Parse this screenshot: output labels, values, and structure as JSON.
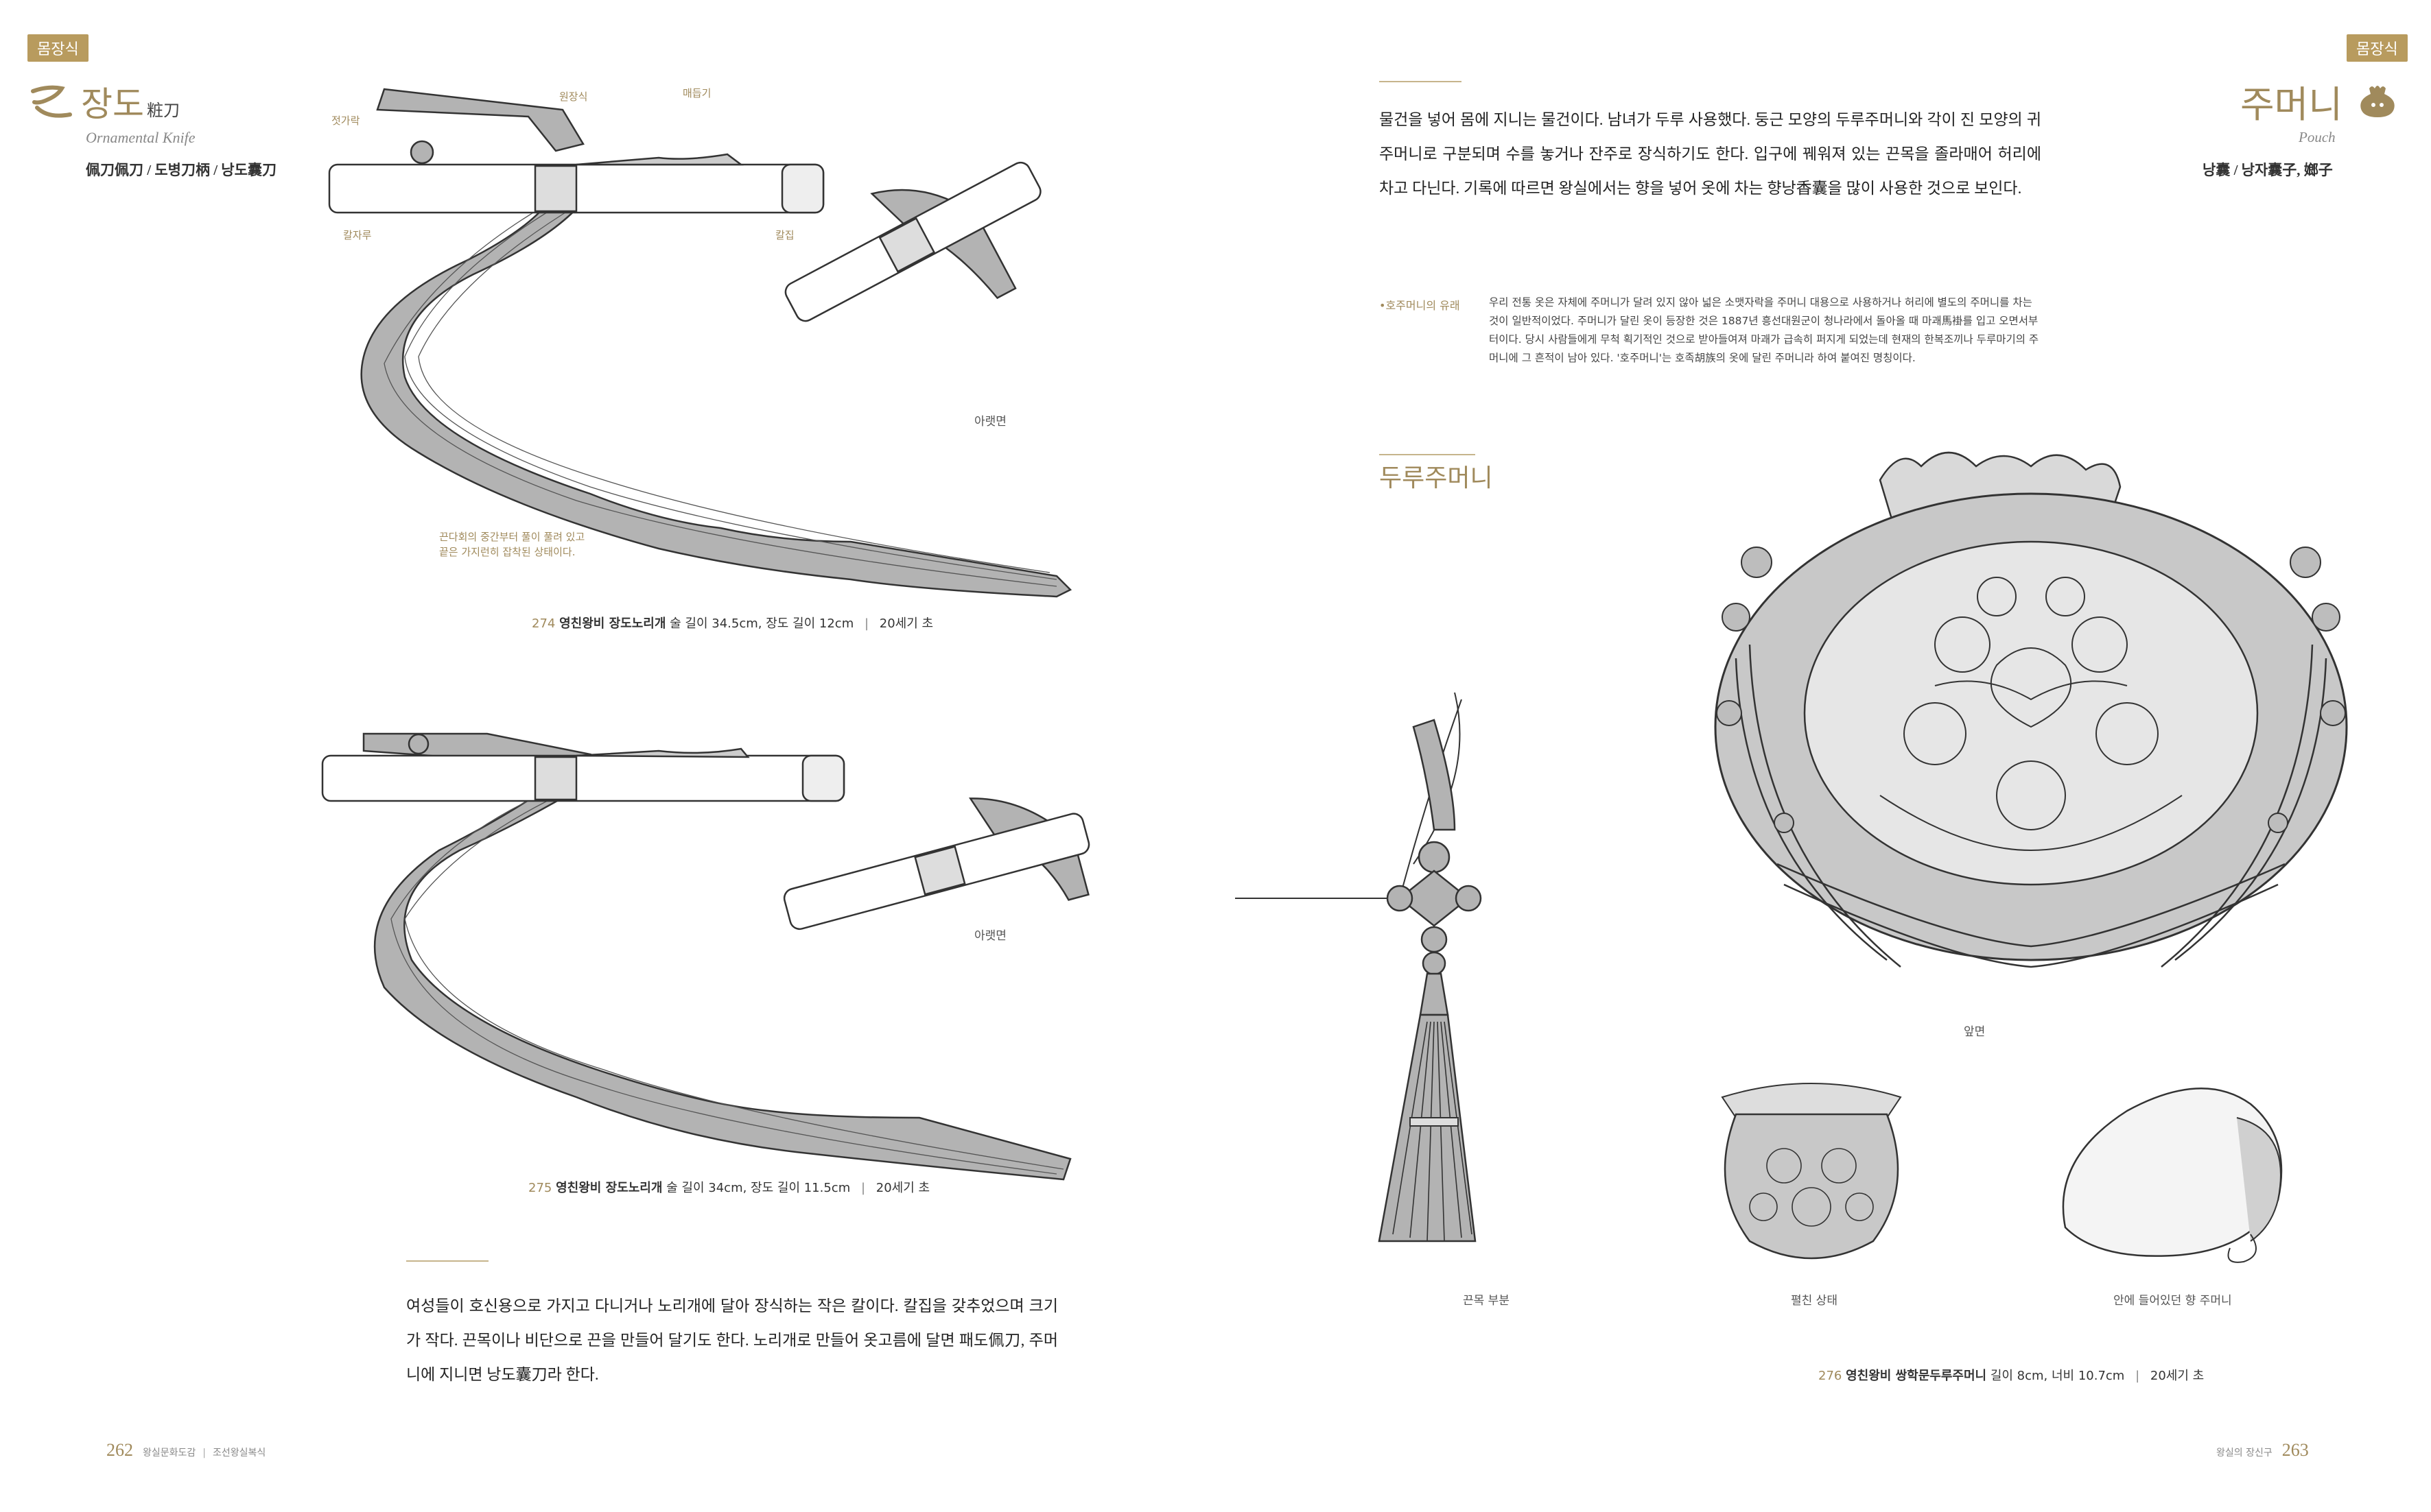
{
  "left": {
    "tag": "몸장식",
    "title_kor": "장도",
    "title_hanja": "粧刀",
    "title_eng": "Ornamental Knife",
    "alt_names": "佩刀佩刀 / 도병刀柄 / 낭도囊刀",
    "labels": {
      "tip": "젓가락",
      "ornament": "원장식",
      "knot": "매듭기",
      "handle": "칼자루",
      "sheath": "칼집",
      "back1": "아랫면",
      "back2": "아랫면",
      "note": "끈다회의 중간부터 풀이 풀려 있고\n끝은 가지런히 잡착된 상태이다."
    },
    "caption1": {
      "num": "274",
      "title": "영친왕비 장도노리개",
      "text": "술 길이 34.5cm, 장도 길이 12cm",
      "sep": "|",
      "era": "20세기 초"
    },
    "caption2": {
      "num": "275",
      "title": "영친왕비 장도노리개",
      "text": "술 길이 34cm, 장도 길이 11.5cm",
      "sep": "|",
      "era": "20세기 초"
    },
    "body": "여성들이 호신용으로 가지고 다니거나 노리개에 달아 장식하는 작은 칼이다. 칼집을 갖추었으며 크기가 작다. 끈목이나 비단으로 끈을 만들어 달기도 한다. 노리개로 만들어 옷고름에 달면 패도佩刀, 주머니에 지니면 낭도囊刀라 한다.",
    "page_num": "262",
    "footer_title": "왕실문화도감",
    "footer_sep": "|",
    "footer_sub": "조선왕실복식"
  },
  "right": {
    "tag": "몸장식",
    "title_kor": "주머니",
    "title_eng": "Pouch",
    "alt_names": "낭囊 / 낭자囊子, 嫏子",
    "intro": "물건을 넣어 몸에 지니는 물건이다. 남녀가 두루 사용했다. 둥근 모양의 두루주머니와 각이 진 모양의 귀주머니로 구분되며 수를 놓거나 잔주로 장식하기도 한다. 입구에 꿰워져 있는 끈목을 졸라매어 허리에 차고 다닌다. 기록에 따르면 왕실에서는 향을 넣어 옷에 차는 향낭香囊을 많이 사용한 것으로 보인다.",
    "origin_title": "•호주머니의 유래",
    "origin_text": "우리 전통 옷은 자체에 주머니가 달려 있지 않아 넓은 소맷자락을 주머니 대용으로 사용하거나 허리에 별도의 주머니를 차는 것이 일반적이었다. 주머니가 달린 옷이 등장한 것은 1887년 흥선대원군이 청나라에서 돌아올 때 마괘馬褂를 입고 오면서부터이다. 당시 사람들에게 무척 획기적인 것으로 받아들여져 마괘가 급속히 퍼지게 되었는데 현재의 한복조끼나 두루마기의 주머니에 그 흔적이 남아 있다. '호주머니'는 호족胡族의 옷에 달린 주머니라 하여 붙여진 명칭이다.",
    "subhead": "두루주머니",
    "labels": {
      "front": "앞면",
      "cord": "끈목 부분",
      "open": "펼친 상태",
      "inner": "안에 들어있던 향 주머니"
    },
    "caption": {
      "num": "276",
      "title": "영친왕비 쌍학문두루주머니",
      "text": "길이 8cm, 너비 10.7cm",
      "sep": "|",
      "era": "20세기 초"
    },
    "page_num": "263",
    "footer_title": "왕실의 장신구"
  },
  "colors": {
    "accent": "#b89b5e",
    "illustration_gray": "#b3b3b3",
    "outline": "#333333"
  }
}
